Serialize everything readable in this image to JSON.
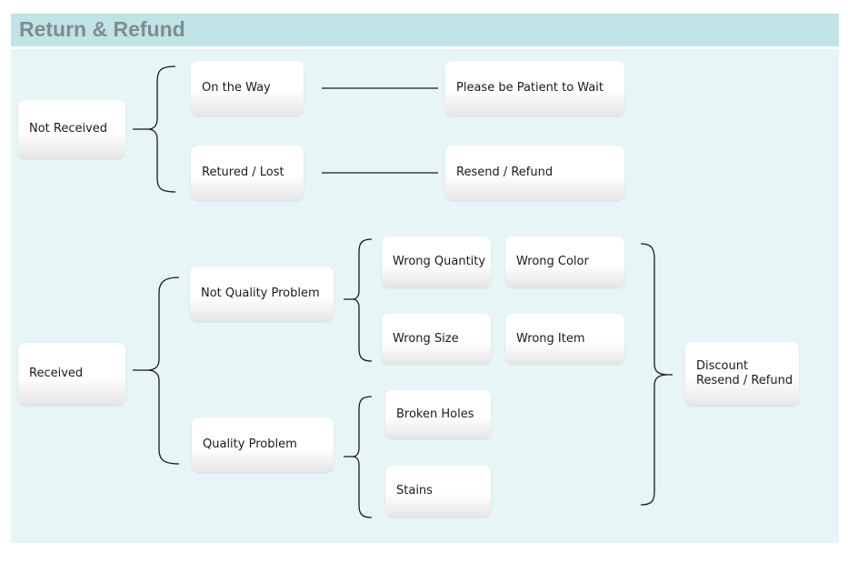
{
  "header": {
    "title": "Return & Refund"
  },
  "nodes": {
    "not_received": "Not Received",
    "on_the_way": "On the Way",
    "please_wait": "Please be Patient to Wait",
    "returned_lost": "Retured / Lost",
    "resend_refund": "Resend / Refund",
    "received": "Received",
    "not_quality_problem": "Not Quality Problem",
    "wrong_quantity": "Wrong Quantity",
    "wrong_color": "Wrong Color",
    "wrong_size": "Wrong Size",
    "wrong_item": "Wrong Item",
    "quality_problem": "Quality Problem",
    "broken_holes": "Broken Holes",
    "stains": "Stains",
    "discount": "Discount",
    "discount_resend_refund": "Resend / Refund"
  },
  "colors": {
    "header_bg": "#c0e4e6",
    "panel_bg": "#e8f5f6",
    "connector": "#1a1a1a"
  }
}
